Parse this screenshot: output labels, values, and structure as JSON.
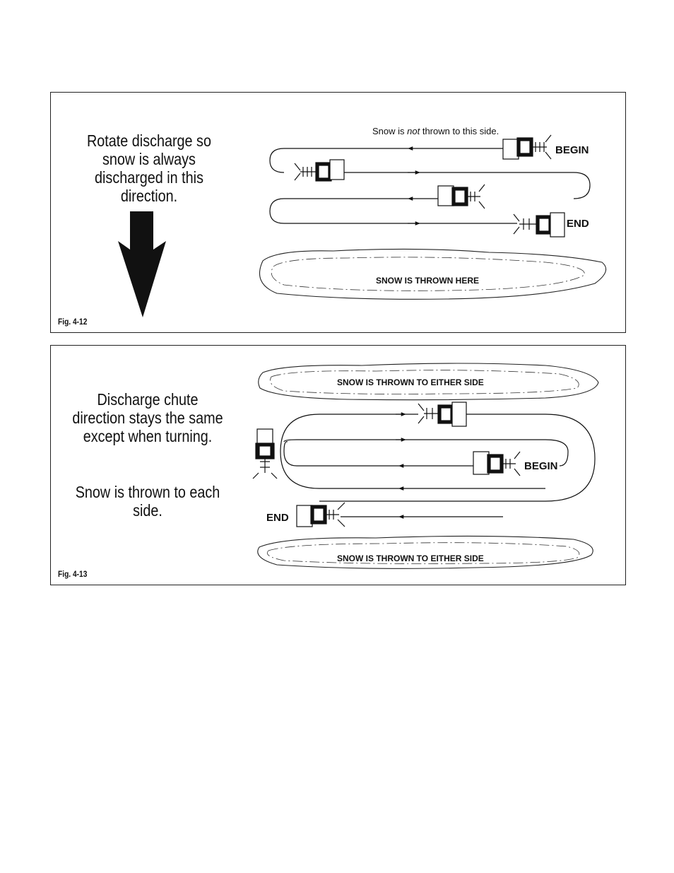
{
  "figures": [
    {
      "label": "Fig. 4-12",
      "caption": "Rotate discharge so snow is always discharged in this direction.",
      "top_note_prefix": "Snow is ",
      "top_note_emph": "not",
      "top_note_suffix": " thrown to this side.",
      "begin": "BEGIN",
      "end": "END",
      "snow_band": "SNOW IS THROWN HERE"
    },
    {
      "label": "Fig. 4-13",
      "caption": "Discharge chute direction stays the same except when turning.",
      "caption2": "Snow is thrown to each side.",
      "begin": "BEGIN",
      "end": "END",
      "snow_band_top": "SNOW IS THROWN TO EITHER SIDE",
      "snow_band_bottom": "SNOW IS THROWN TO EITHER SIDE"
    }
  ]
}
